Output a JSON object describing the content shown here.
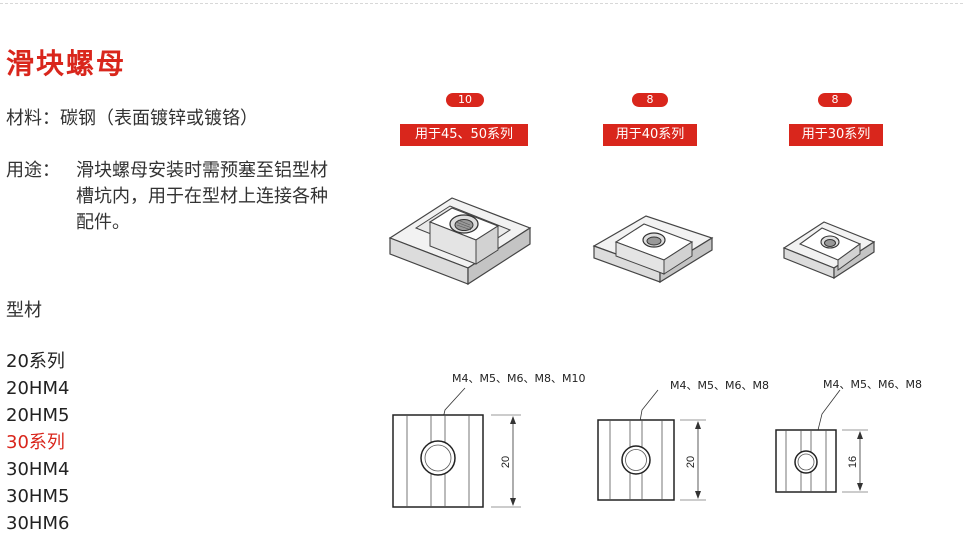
{
  "title": "滑块螺母",
  "material": {
    "label": "材料：",
    "value": "碳钢（表面镀锌或镀铬）"
  },
  "usage": {
    "label": "用途：",
    "value": "滑块螺母安装时需预塞至铝型材槽坑内，用于在型材上连接各种配件。"
  },
  "profiles": {
    "title": "型材",
    "items": [
      "20系列",
      "20HM4",
      "20HM5",
      "30系列",
      "30HM4",
      "30HM5",
      "30HM6"
    ],
    "active_index": 3
  },
  "products": [
    {
      "badge": "10",
      "series": "用于45、50系列",
      "threads": "M4、M5、M6、M8、M10",
      "dimension": "20"
    },
    {
      "badge": "8",
      "series": "用于40系列",
      "threads": "M4、M5、M6、M8",
      "dimension": "20"
    },
    {
      "badge": "8",
      "series": "用于30系列",
      "threads": "M4、M5、M6、M8",
      "dimension": "16"
    }
  ],
  "colors": {
    "accent": "#d9261c"
  }
}
